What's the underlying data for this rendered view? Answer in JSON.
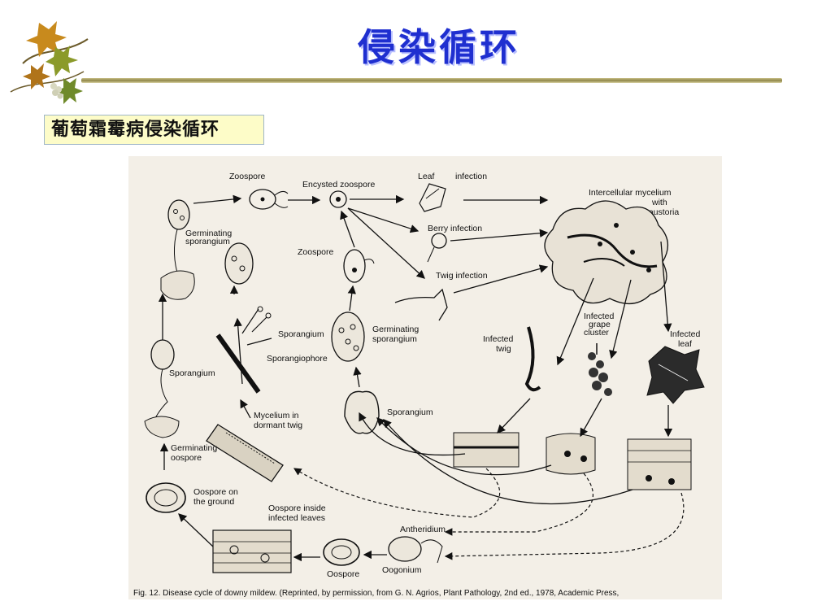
{
  "slide": {
    "title": "侵染循环",
    "subtitle": "葡萄霜霉病侵染循环"
  },
  "figure": {
    "labels": {
      "zoospore_top": "Zoospore",
      "encysted_zoospore": "Encysted zoospore",
      "leaf_infection_1": "Leaf",
      "leaf_infection_2": "infection",
      "intercellular_1": "Intercellular mycelium",
      "intercellular_2": "with",
      "intercellular_3": "haustoria",
      "berry_infection": "Berry infection",
      "germinating_sporangium_left_1": "Germinating",
      "germinating_sporangium_left_2": "sporangium",
      "zoospore_mid": "Zoospore",
      "twig_infection": "Twig infection",
      "infected_grape_1": "Infected",
      "infected_grape_2": "grape",
      "infected_grape_3": "cluster",
      "infected_twig_1": "Infected",
      "infected_twig_2": "twig",
      "infected_leaf_1": "Infected",
      "infected_leaf_2": "leaf",
      "sporangium_a": "Sporangium",
      "sporangiophore": "Sporangiophore",
      "germinating_sporangium_mid_1": "Germinating",
      "germinating_sporangium_mid_2": "sporangium",
      "sporangium_left": "Sporangium",
      "mycelium_twig_1": "Mycelium in",
      "mycelium_twig_2": "dormant twig",
      "sporangium_mid": "Sporangium",
      "germinating_oospore_1": "Germinating",
      "germinating_oospore_2": "oospore",
      "oospore_ground_1": "Oospore on",
      "oospore_ground_2": "the ground",
      "oospore_leaves_1": "Oospore inside",
      "oospore_leaves_2": "infected leaves",
      "antheridium": "Antheridium",
      "oospore_bottom": "Oospore",
      "oogonium": "Oogonium"
    },
    "caption": "Fig. 12. Disease cycle of downy mildew. (Reprinted, by permission, from G. N. Agrios, Plant Pathology, 2nd ed., 1978, Academic Press,"
  },
  "colors": {
    "title": "#1f2fd0",
    "subtitle_bg": "#fdfcc8",
    "rule": "#8f8648",
    "figure_bg": "#f3efe7"
  }
}
